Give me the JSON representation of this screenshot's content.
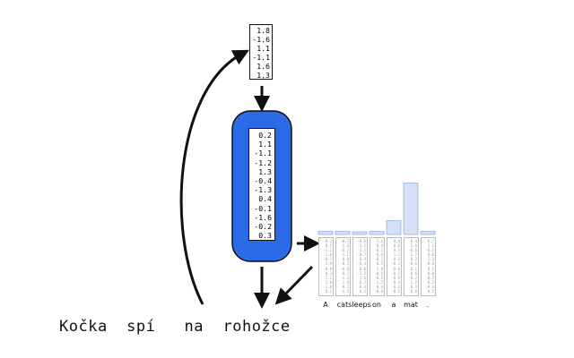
{
  "encoder_output_vector": [
    "1.8",
    "-1.6",
    "1.1",
    "-1.1",
    "1.6",
    "1.3"
  ],
  "decoder_state_vector": [
    "0.2",
    "1.1",
    "-1.1",
    "-1.2",
    "1.3",
    "-0.4",
    "-1.3",
    "0.4",
    "-0.1",
    "-1.6",
    "-0.2",
    "0.3"
  ],
  "attention": {
    "tokens": [
      "A",
      "cat",
      "sleeps",
      "on",
      "a",
      "mat",
      "."
    ],
    "weights": [
      0.05,
      0.05,
      0.04,
      0.05,
      0.22,
      0.82,
      0.05
    ],
    "columns": [
      [
        "0.2",
        "0.5",
        "-1.1",
        "1.0",
        "-0.7",
        "1.9",
        "-0.8",
        "0.3",
        "1.1",
        "2.0",
        "-1.8",
        "0.2"
      ],
      [
        "-0.7",
        "1.0",
        "-0.2",
        "-1.2",
        "0.8",
        "-0.2",
        "-0.6",
        "0.1",
        "-1.3",
        "1.9",
        "0.1",
        "-1.5"
      ],
      [
        "-0.6",
        "-1.2",
        "1.1",
        "-0.7",
        "0.4",
        "-0.4",
        "0.0",
        "-1.5",
        "1.6",
        "0.2",
        "0.4",
        "0.1"
      ],
      [
        "1.1",
        "0.4",
        "-0.1",
        "-0.4",
        "-0.1",
        "0.5",
        "1.8",
        "-0.5",
        "-0.2",
        "1.2",
        "0.4",
        "-0.6"
      ],
      [
        "0.4",
        "0.6",
        "0.3",
        "1.1",
        "0.3",
        "-0.1",
        "-0.0",
        "-0.1",
        "0.9",
        "0.4",
        "0.2",
        "-0.1"
      ],
      [
        "-0.4",
        "1.9",
        "-0.6",
        "1.7",
        "0.2",
        "-0.6",
        "0.1",
        "0.6",
        "-0.7",
        "1.2",
        "0.4",
        "0.6"
      ],
      [
        "0.7",
        "1.1",
        "-0.1",
        "0.6",
        "1.2",
        "-0.6",
        "0.1",
        "0.0",
        "-0.7",
        "0.2",
        "-0.4",
        "0.5"
      ]
    ]
  },
  "output_sentence": "Kočka  spí   na  rohožce",
  "colors": {
    "accent": "#2b6ae6",
    "bar_fill": "#d3e0f7",
    "bar_border": "#8aa5d8"
  }
}
